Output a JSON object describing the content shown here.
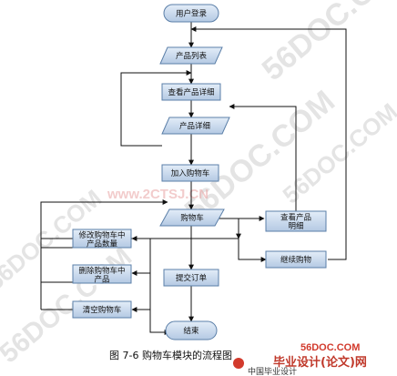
{
  "diagram": {
    "nodes": {
      "login": "用户登录",
      "product_list": "产品列表",
      "view_detail": "查看产品详细",
      "product_detail": "产品详细",
      "add_cart": "加入购物车",
      "cart": "购物车",
      "modify_qty_line1": "修改购物车中",
      "modify_qty_line2": "产品数量",
      "delete_item_line1": "删除购物车中",
      "delete_item_line2": "产品",
      "clear_cart": "清空购物车",
      "submit_order": "提交订单",
      "view_detail_right_line1": "查看产品",
      "view_detail_right_line2": "明细",
      "continue_shop": "继续购物",
      "end": "结束"
    }
  },
  "caption": "图 7-6   购物车模块的流程图",
  "watermarks": {
    "site": "56DOC.COM",
    "mid_site": "www.2CTSJ.CN",
    "logo_domain": "56DOC.COM",
    "logo_brand": "毕业设计(论文)网",
    "logo_sub": "中国毕业设计"
  },
  "colors": {
    "node_fill_top": "#e3edf8",
    "node_fill_bottom": "#b4c9e3",
    "node_stroke": "#5b7fa8",
    "line": "#111111",
    "logo_red": "#d23a2c"
  }
}
